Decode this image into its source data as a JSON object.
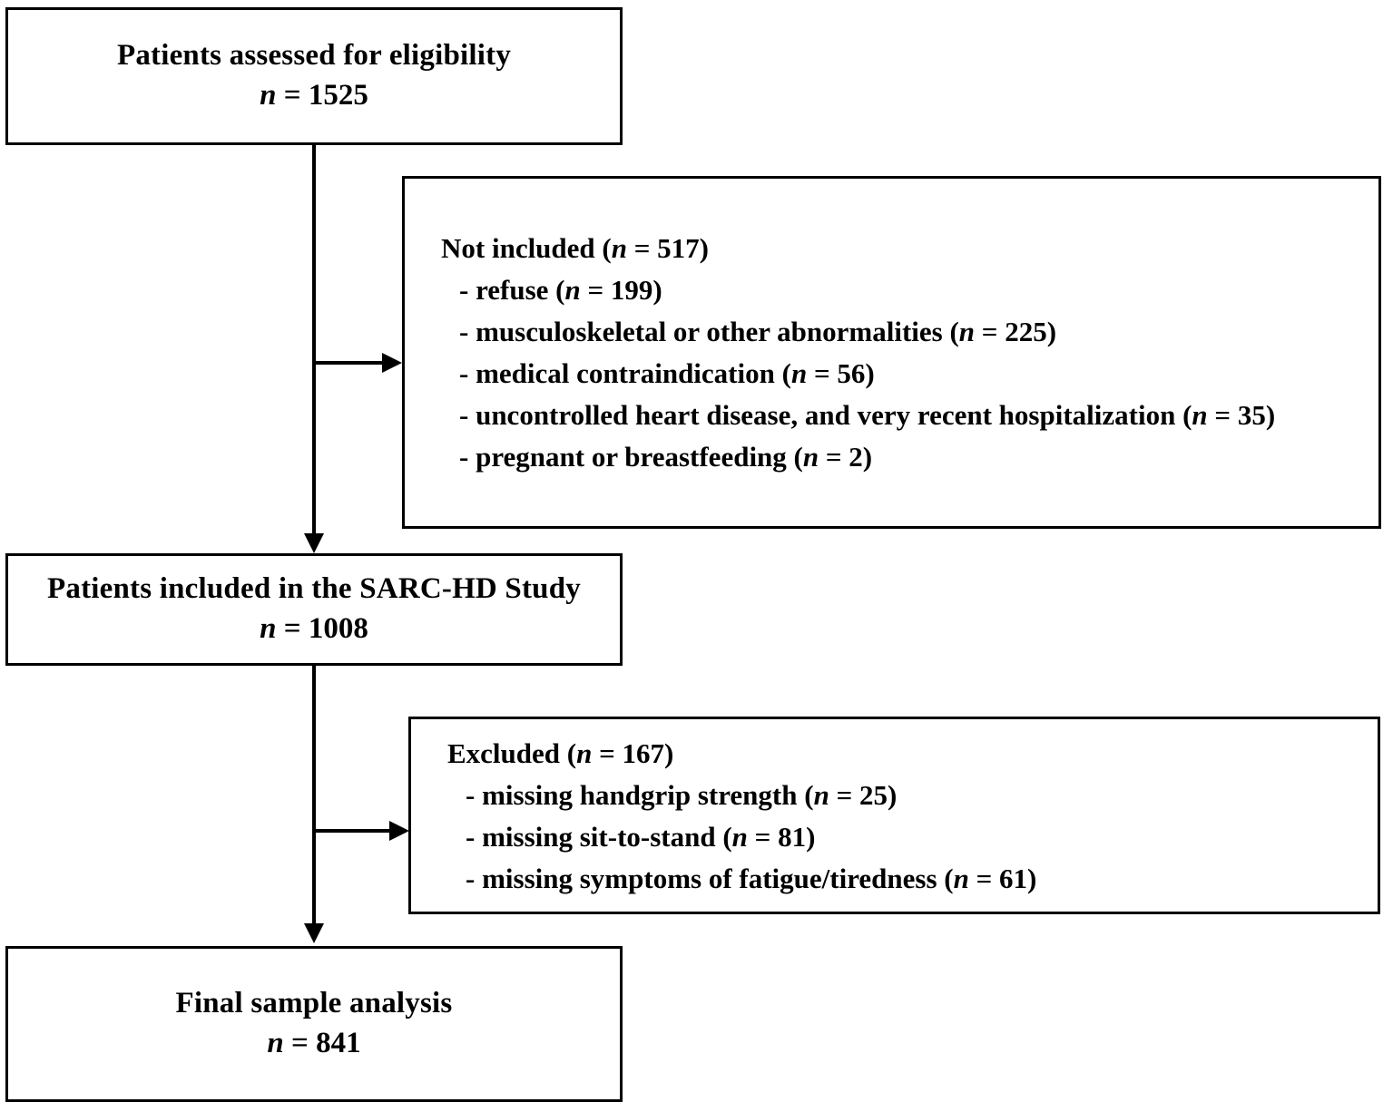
{
  "diagram": {
    "type": "flowchart",
    "title_text": "",
    "colors": {
      "stroke": "#000000",
      "background": "#ffffff",
      "text": "#000000"
    },
    "boxes": {
      "assessed": {
        "line1": "Patients assessed for eligibility",
        "n_symbol": "n",
        "n_equals": "=",
        "n_value": "1525"
      },
      "not_included": {
        "header_label": "Not included (",
        "header_n": "n",
        "header_eq": "= 517)",
        "items": [
          "- refuse (n = 199)",
          "- musculoskeletal  or other abnormalities  (n = 225)",
          "- medical  contraindication (n = 56)",
          "- uncontrolled heart disease, and very recent hospitalization  (n = 35)",
          "- pregnant or breastfeeding (n = 2)"
        ],
        "item_counts": [
          199,
          225,
          56,
          35,
          2
        ],
        "total": 517
      },
      "included": {
        "line1": "Patients included in the SARC-HD Study",
        "n_symbol": "n",
        "n_equals": "=",
        "n_value": "1008"
      },
      "excluded": {
        "header_label": "Excluded (",
        "header_n": "n",
        "header_eq": "= 167)",
        "items": [
          "- missing  handgrip strength (n = 25)",
          "- missing  sit-to-stand (n = 81)",
          "- missing  symptoms of fatigue/tiredness  (n = 61)"
        ],
        "item_counts": [
          25,
          81,
          61
        ],
        "total": 167
      },
      "final": {
        "line1": "Final sample analysis",
        "n_symbol": "n",
        "n_equals": "=",
        "n_value": "841"
      }
    }
  }
}
